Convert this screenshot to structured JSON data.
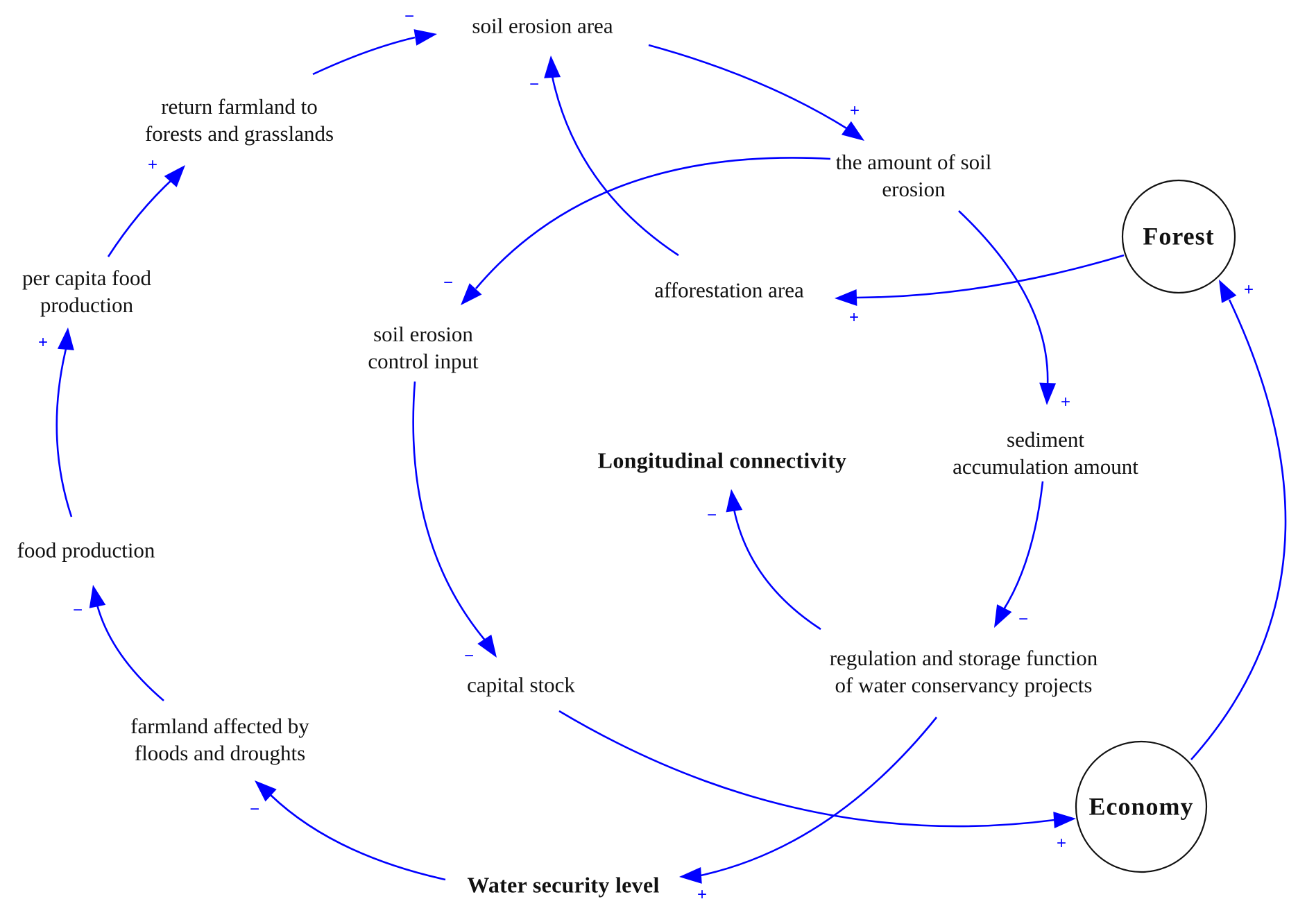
{
  "colors": {
    "link": "#0000ff",
    "text": "#111111",
    "circle": "#111111"
  },
  "nodes": {
    "soil_erosion_area": {
      "lines": [
        "soil erosion area"
      ]
    },
    "return_farmland": {
      "lines": [
        "return farmland to",
        "forests and grasslands"
      ]
    },
    "per_capita_food": {
      "lines": [
        "per capita food",
        "production"
      ]
    },
    "food_production": {
      "lines": [
        "food production"
      ]
    },
    "farmland_affected": {
      "lines": [
        "farmland affected by",
        "floods and droughts"
      ]
    },
    "water_security": {
      "lines": [
        "Water security level"
      ]
    },
    "capital_stock": {
      "lines": [
        "capital stock"
      ]
    },
    "soil_control_input": {
      "lines": [
        "soil erosion",
        "control input"
      ]
    },
    "amount_soil_erosion": {
      "lines": [
        "the amount of soil",
        "erosion"
      ]
    },
    "afforestation_area": {
      "lines": [
        "afforestation area"
      ]
    },
    "forest": {
      "lines": [
        "Forest"
      ]
    },
    "longitudinal": {
      "lines": [
        "Longitudinal connectivity"
      ]
    },
    "sediment": {
      "lines": [
        "sediment",
        "accumulation amount"
      ]
    },
    "regulation": {
      "lines": [
        "regulation and storage function",
        "of water conservancy projects"
      ]
    },
    "economy": {
      "lines": [
        "Economy"
      ]
    }
  },
  "links": [
    {
      "from": "return_farmland",
      "to": "soil_erosion_area",
      "polarity": "−"
    },
    {
      "from": "soil_erosion_area",
      "to": "amount_soil_erosion",
      "polarity": "+"
    },
    {
      "from": "afforestation_area",
      "to": "soil_erosion_area",
      "polarity": "−"
    },
    {
      "from": "amount_soil_erosion",
      "to": "soil_control_input",
      "polarity": "−"
    },
    {
      "from": "amount_soil_erosion",
      "to": "sediment",
      "polarity": "+"
    },
    {
      "from": "forest",
      "to": "afforestation_area",
      "polarity": "+"
    },
    {
      "from": "per_capita_food",
      "to": "return_farmland",
      "polarity": "+"
    },
    {
      "from": "food_production",
      "to": "per_capita_food",
      "polarity": "+"
    },
    {
      "from": "farmland_affected",
      "to": "food_production",
      "polarity": "−"
    },
    {
      "from": "water_security",
      "to": "farmland_affected",
      "polarity": "−"
    },
    {
      "from": "soil_control_input",
      "to": "capital_stock",
      "polarity": "−"
    },
    {
      "from": "capital_stock",
      "to": "economy",
      "polarity": "+"
    },
    {
      "from": "economy",
      "to": "forest",
      "polarity": "+"
    },
    {
      "from": "sediment",
      "to": "regulation",
      "polarity": "−"
    },
    {
      "from": "regulation",
      "to": "longitudinal",
      "polarity": "−"
    },
    {
      "from": "regulation",
      "to": "water_security",
      "polarity": "+"
    }
  ]
}
